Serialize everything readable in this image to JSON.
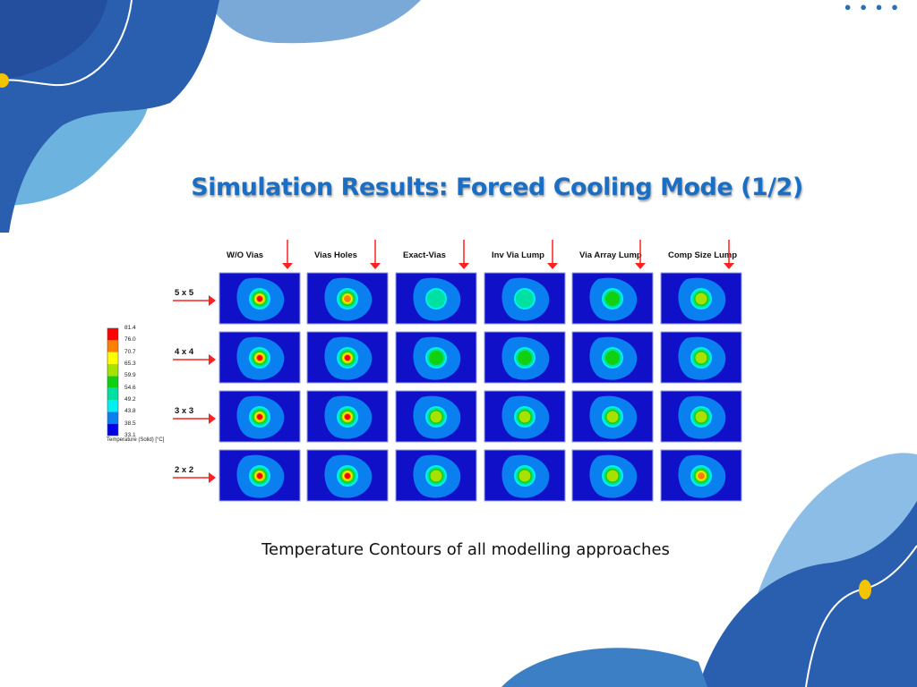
{
  "slide": {
    "title": "Simulation Results: Forced Cooling Mode (1/2)",
    "caption": "Temperature Contours of all modelling approaches",
    "page_dots": "● ● ● ●"
  },
  "colors": {
    "title": "#1a6fc4",
    "deco_dark": "#2a55a8",
    "deco_mid": "#3d7fc4",
    "deco_light": "#8cbde6",
    "accent_yellow": "#f5c400",
    "arrow": "#ff2020"
  },
  "grid": {
    "columns": [
      "W/O Vias",
      "Vias Holes",
      "Exact-Vias",
      "Inv Via Lump",
      "Via Array Lump",
      "Comp Size Lump"
    ],
    "rows": [
      "5 x 5",
      "4 x 4",
      "3 x 3",
      "2 x 2"
    ],
    "peak_band_index": [
      [
        8,
        7,
        3,
        3,
        4,
        5
      ],
      [
        8,
        8,
        4,
        4,
        4,
        5
      ],
      [
        8,
        8,
        5,
        5,
        5,
        5
      ],
      [
        8,
        8,
        5,
        5,
        5,
        7
      ]
    ]
  },
  "legend": {
    "title": "Temperature (Solid) [°C]",
    "values": [
      "81.4",
      "76.0",
      "70.7",
      "65.3",
      "59.9",
      "54.6",
      "49.2",
      "43.8",
      "38.5",
      "33.1"
    ],
    "band_colors_low_to_high": [
      "#0000e6",
      "#0a7ff0",
      "#00f0f0",
      "#00e0a0",
      "#10d010",
      "#a8e000",
      "#ffff00",
      "#ff8000",
      "#ff0000"
    ]
  }
}
